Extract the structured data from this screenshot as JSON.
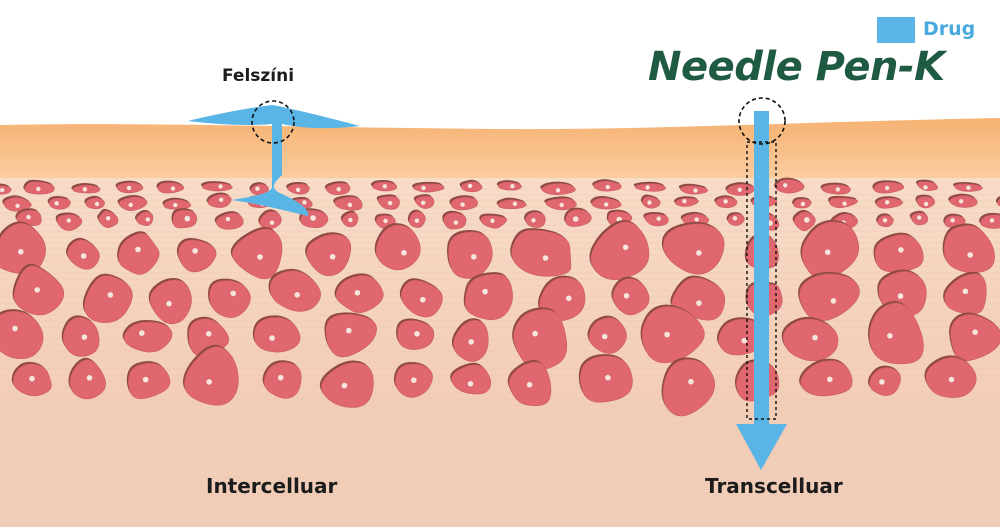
{
  "legend": {
    "label": "Drug",
    "color": "#59b5e6"
  },
  "title": "Needle Pen-K",
  "labels": {
    "surface": "Felszíni",
    "intercellular": "Intercelluar",
    "transcellular": "Transcelluar"
  },
  "colors": {
    "drug": "#59b5e6",
    "stratum": "#f6b377",
    "cell_fill": "#e0676f",
    "cell_shadow": "#8e4a43",
    "tissue": "#f6ddcc",
    "dermis": "#f2cdb8",
    "title": "#1f5a43"
  }
}
